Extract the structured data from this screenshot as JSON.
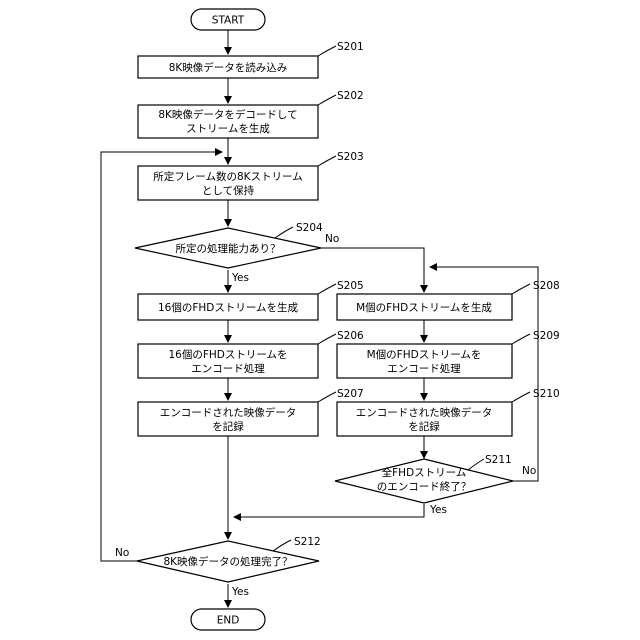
{
  "terminals": {
    "start": "START",
    "end": "END"
  },
  "steps": {
    "s201": {
      "code": "S201",
      "lines": [
        "8K映像データを読み込み"
      ]
    },
    "s202": {
      "code": "S202",
      "lines": [
        "8K映像データをデコードして",
        "ストリームを生成"
      ]
    },
    "s203": {
      "code": "S203",
      "lines": [
        "所定フレーム数の8Kストリーム",
        "として保持"
      ]
    },
    "s204": {
      "code": "S204",
      "lines": [
        "所定の処理能力あり？"
      ]
    },
    "s205": {
      "code": "S205",
      "lines": [
        "16個のFHDストリームを生成"
      ]
    },
    "s206": {
      "code": "S206",
      "lines": [
        "16個のFHDストリームを",
        "エンコード処理"
      ]
    },
    "s207": {
      "code": "S207",
      "lines": [
        "エンコードされた映像データ",
        "を記録"
      ]
    },
    "s208": {
      "code": "S208",
      "lines": [
        "M個のFHDストリームを生成"
      ]
    },
    "s209": {
      "code": "S209",
      "lines": [
        "M個のFHDストリームを",
        "エンコード処理"
      ]
    },
    "s210": {
      "code": "S210",
      "lines": [
        "エンコードされた映像データ",
        "を記録"
      ]
    },
    "s211": {
      "code": "S211",
      "lines": [
        "全FHDストリーム",
        "のエンコード終了？"
      ]
    },
    "s212": {
      "code": "S212",
      "lines": [
        "8K映像データの処理完了？"
      ]
    }
  },
  "branches": {
    "s204_no": "No",
    "s204_yes": "Yes",
    "s211_no": "No",
    "s211_yes": "Yes",
    "s212_no": "No",
    "s212_yes": "Yes"
  }
}
